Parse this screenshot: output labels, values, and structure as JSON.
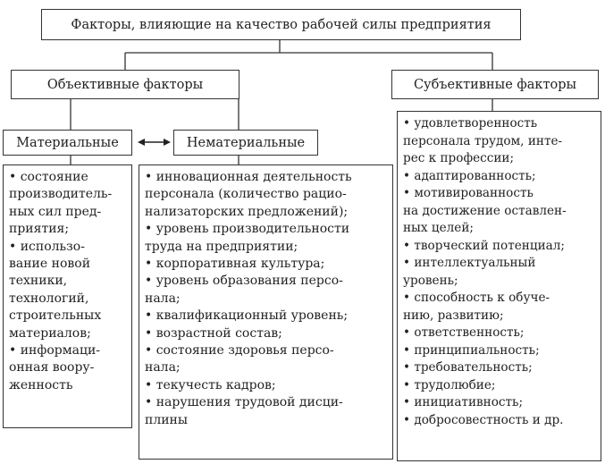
{
  "title": "Факторы, влияющие на качество рабочей силы предприятия",
  "objective": {
    "label": "Объективные факторы",
    "material": {
      "label": "Материальные",
      "lines": [
        "• состояние",
        "производитель-",
        "ных сил пред-",
        "приятия;",
        "• использо-",
        "вание новой",
        "техники,",
        "технологий,",
        "строительных",
        "материалов;",
        "• информаци-",
        "онная воору-",
        "женность"
      ]
    },
    "nonmaterial": {
      "label": "Нематериальные",
      "lines": [
        "• инновационная деятельность",
        "персонала (количество рацио-",
        "нализаторских предложений);",
        "• уровень производительности",
        "труда на предприятии;",
        "• корпоративная культура;",
        "• уровень образования персо-",
        "нала;",
        "• квалификационный уровень;",
        "• возрастной состав;",
        "• состояние здоровья персо-",
        "нала;",
        "• текучесть кадров;",
        "• нарушения трудовой дисци-",
        "плины"
      ]
    }
  },
  "subjective": {
    "label": "Субъективные факторы",
    "lines": [
      "• удовлетворенность",
      "персонала трудом, инте-",
      "рес к профессии;",
      "• адаптированность;",
      "• мотивированность",
      "на достижение оставлен-",
      "ных целей;",
      "• творческий потенциал;",
      "• интеллектуальный",
      "уровень;",
      "• способность к обуче-",
      "нию, развитию;",
      "• ответственность;",
      "• принципиальность;",
      "• требовательность;",
      "• трудолюбие;",
      "• инициативность;",
      "• добросовестность и др."
    ]
  }
}
